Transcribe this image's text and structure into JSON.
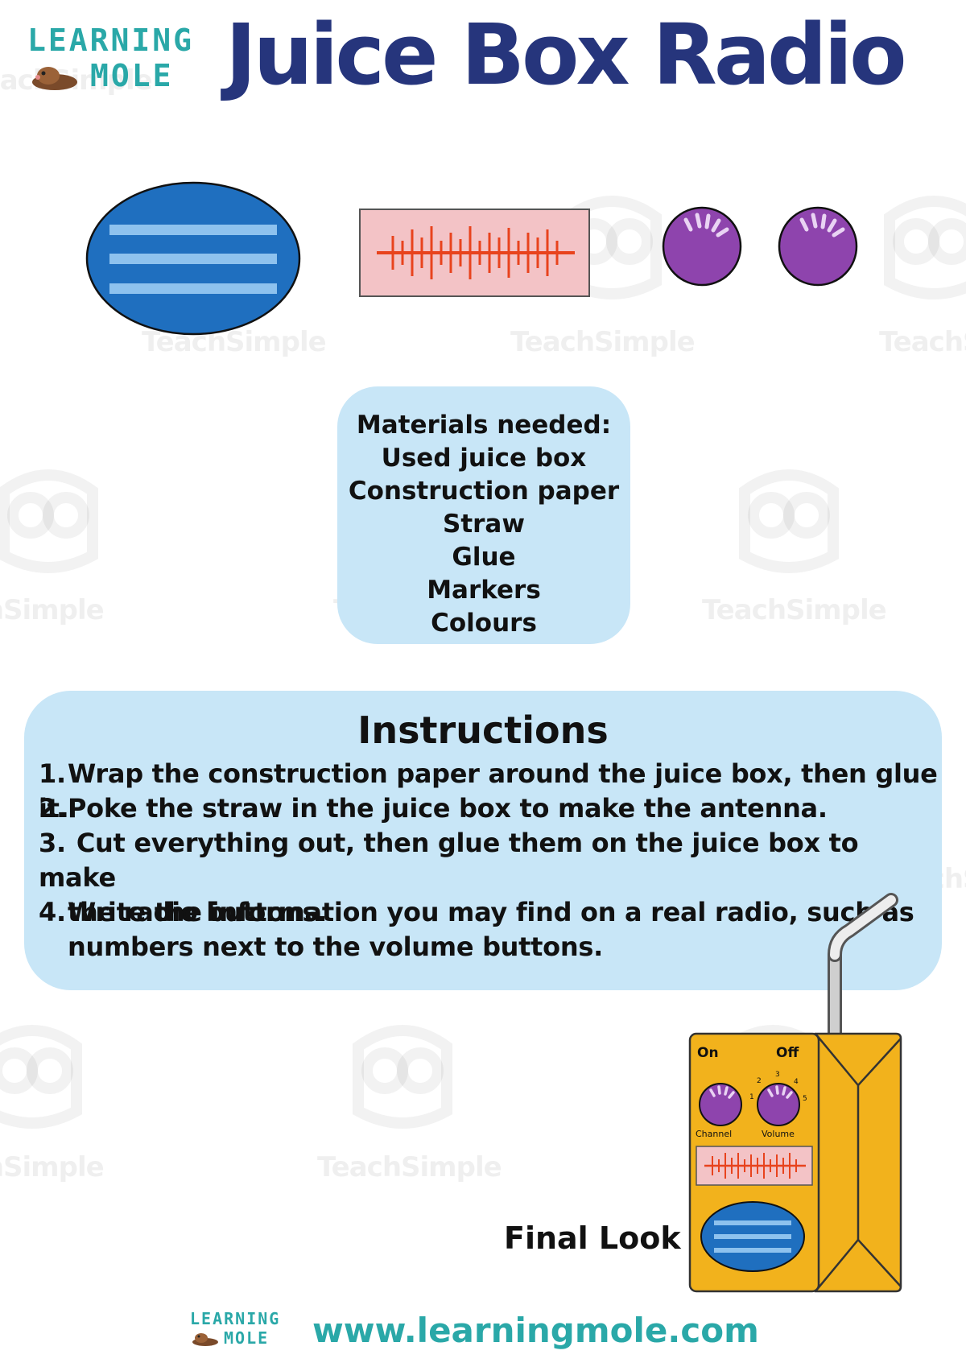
{
  "header": {
    "logo_line1": "LEARNING",
    "logo_line2": "MOLE",
    "title": "Juice Box Radio"
  },
  "watermark": {
    "text": "TeachSimple"
  },
  "materials": {
    "heading": "Materials needed:",
    "items": [
      "Used juice box",
      "Construction paper",
      "Straw",
      "Glue",
      "Markers",
      "Colours"
    ]
  },
  "instructions": {
    "heading": "Instructions",
    "steps": [
      {
        "num": "1.",
        "line1": "Wrap the construction paper around the juice box, then glue it.",
        "line2": ""
      },
      {
        "num": "2.",
        "line1": "Poke the straw in the juice box to make the antenna.",
        "line2": ""
      },
      {
        "num": "3.",
        "line1": " Cut everything out, then glue them on the juice box to make",
        "line2": "the radio buttons."
      },
      {
        "num": "4.",
        "line1": "Write the information you may find on a real radio, such as",
        "line2": "numbers next to the volume buttons."
      }
    ]
  },
  "radio": {
    "on_label": "On",
    "off_label": "Off",
    "channel_label": "Channel",
    "volume_label": "Volume",
    "volume_marks": [
      "1",
      "2",
      "3",
      "4",
      "5"
    ]
  },
  "final_look_label": "Final Look",
  "footer": {
    "logo_line1": "LEARNING",
    "logo_line2": "MOLE",
    "website": "www.learningmole.com"
  },
  "colors": {
    "title": "#26357c",
    "brand_teal": "#2aa8a8",
    "box_bg": "#c8e6f7",
    "speaker_blue": "#1f6fbf",
    "knob_purple": "#8e44ad",
    "dial_pink": "#f3c3c6",
    "dial_red": "#e8431d",
    "juice_yellow": "#f2b21c"
  }
}
